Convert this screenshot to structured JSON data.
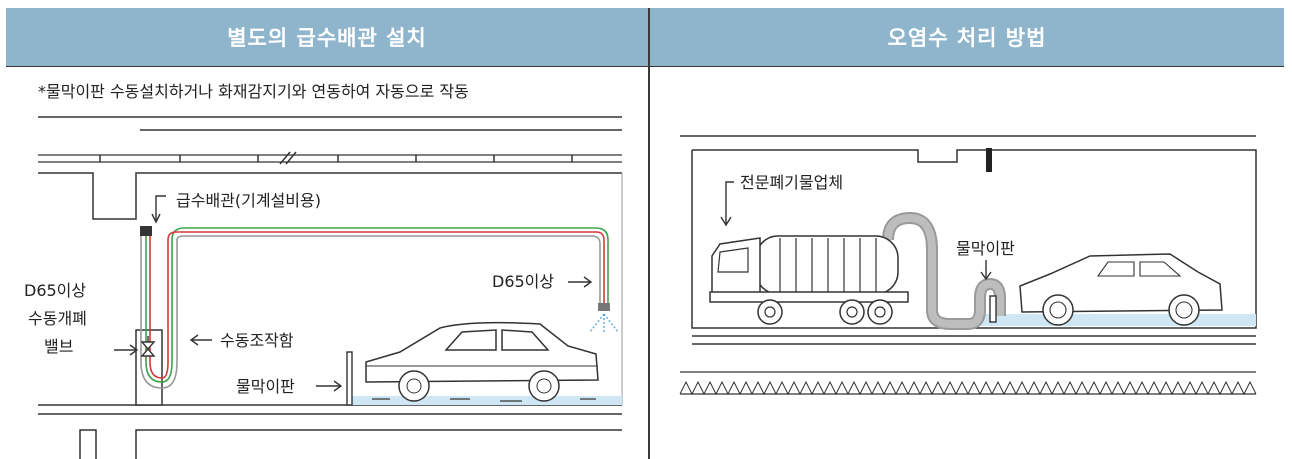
{
  "headers": {
    "left": "별도의 급수배관 설치",
    "right": "오염수 처리 방법"
  },
  "left_panel": {
    "note": "*물막이판 수동설치하거나 화재감지기와 연동하여 자동으로 작동",
    "labels": {
      "supply_pipe": "급수배관(기계설비용)",
      "valve_line1": "D65이상",
      "valve_line2": "수동개폐",
      "valve_line3": "밸브",
      "nozzle": "D65이상",
      "manual_box": "수동조작함",
      "barrier": "물막이판"
    }
  },
  "right_panel": {
    "labels": {
      "company": "전문폐기물업체",
      "barrier": "물막이판"
    }
  },
  "colors": {
    "header_bg": "#8fb5cd",
    "water": "#cfe6f5",
    "pipe_green": "#3fa34d",
    "pipe_red": "#d23a3a",
    "hose": "#9a9a9a"
  }
}
